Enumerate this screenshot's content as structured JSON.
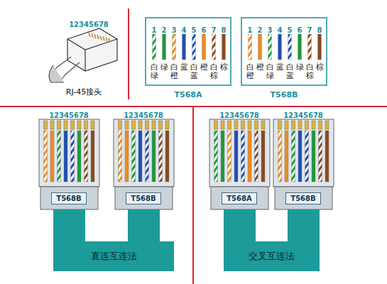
{
  "diagram": {
    "nodes": [
      {
        "text": [
          "T568B"
        ]
      },
      {
        "text": [
          "T568B"
        ]
      },
      {
        "text": [
          "直连互连法"
        ]
      },
      {
        "text": [
          "T568A"
        ]
      },
      {
        "text": [
          "T568B"
        ]
      },
      {
        "text": [
          "交叉互连法"
        ]
      }
    ],
    "labels": [
      "12345678",
      "RJ-45接头",
      "1",
      "2",
      "3",
      "4",
      "5",
      "6",
      "7",
      "8",
      "白绿",
      "绿",
      "白橙",
      "蓝",
      "白蓝",
      "橙",
      "白棕",
      "棕",
      "T568A",
      "1",
      "2",
      "3",
      "4",
      "5",
      "6",
      "7",
      "8",
      "白橙",
      "橙",
      "白绿",
      "蓝",
      "白蓝",
      "绿",
      "白棕",
      "棕",
      "T568B",
      "12345678",
      "12345678",
      "12345678",
      "12345678"
    ]
  }
}
